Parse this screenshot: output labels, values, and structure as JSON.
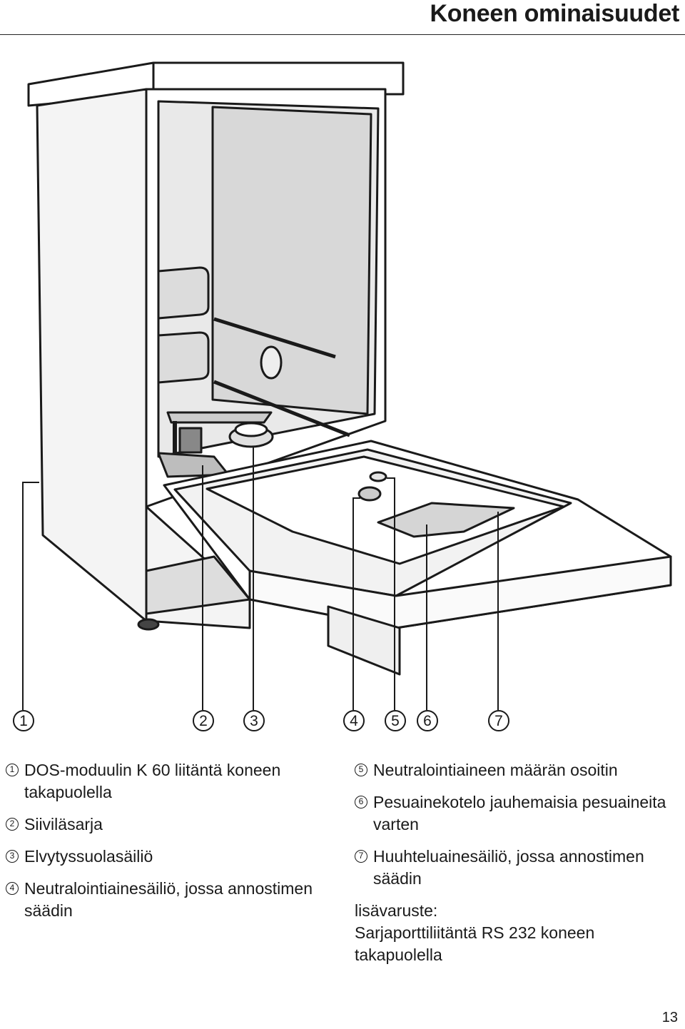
{
  "header": {
    "title": "Koneen ominaisuudet"
  },
  "callouts": [
    "1",
    "2",
    "3",
    "4",
    "5",
    "6",
    "7"
  ],
  "legend_left": [
    {
      "num": "1",
      "text": "DOS-moduulin K 60 liitäntä koneen takapuolella"
    },
    {
      "num": "2",
      "text": "Siiviläsarja"
    },
    {
      "num": "3",
      "text": "Elvytyssuolasäiliö"
    },
    {
      "num": "4",
      "text": "Neutralointiainesäiliö, jossa annostimen säädin"
    }
  ],
  "legend_right": [
    {
      "num": "5",
      "text": "Neutralointiaineen määrän osoitin"
    },
    {
      "num": "6",
      "text": "Pesuainekotelo jauhemaisia pesuaineita varten"
    },
    {
      "num": "7",
      "text": "Huuhteluainesäiliö, jossa annostimen säädin"
    }
  ],
  "extra": {
    "title": "lisävaruste:",
    "text": "Sarjaporttiliitäntä RS 232 koneen takapuolella"
  },
  "page_number": "13"
}
